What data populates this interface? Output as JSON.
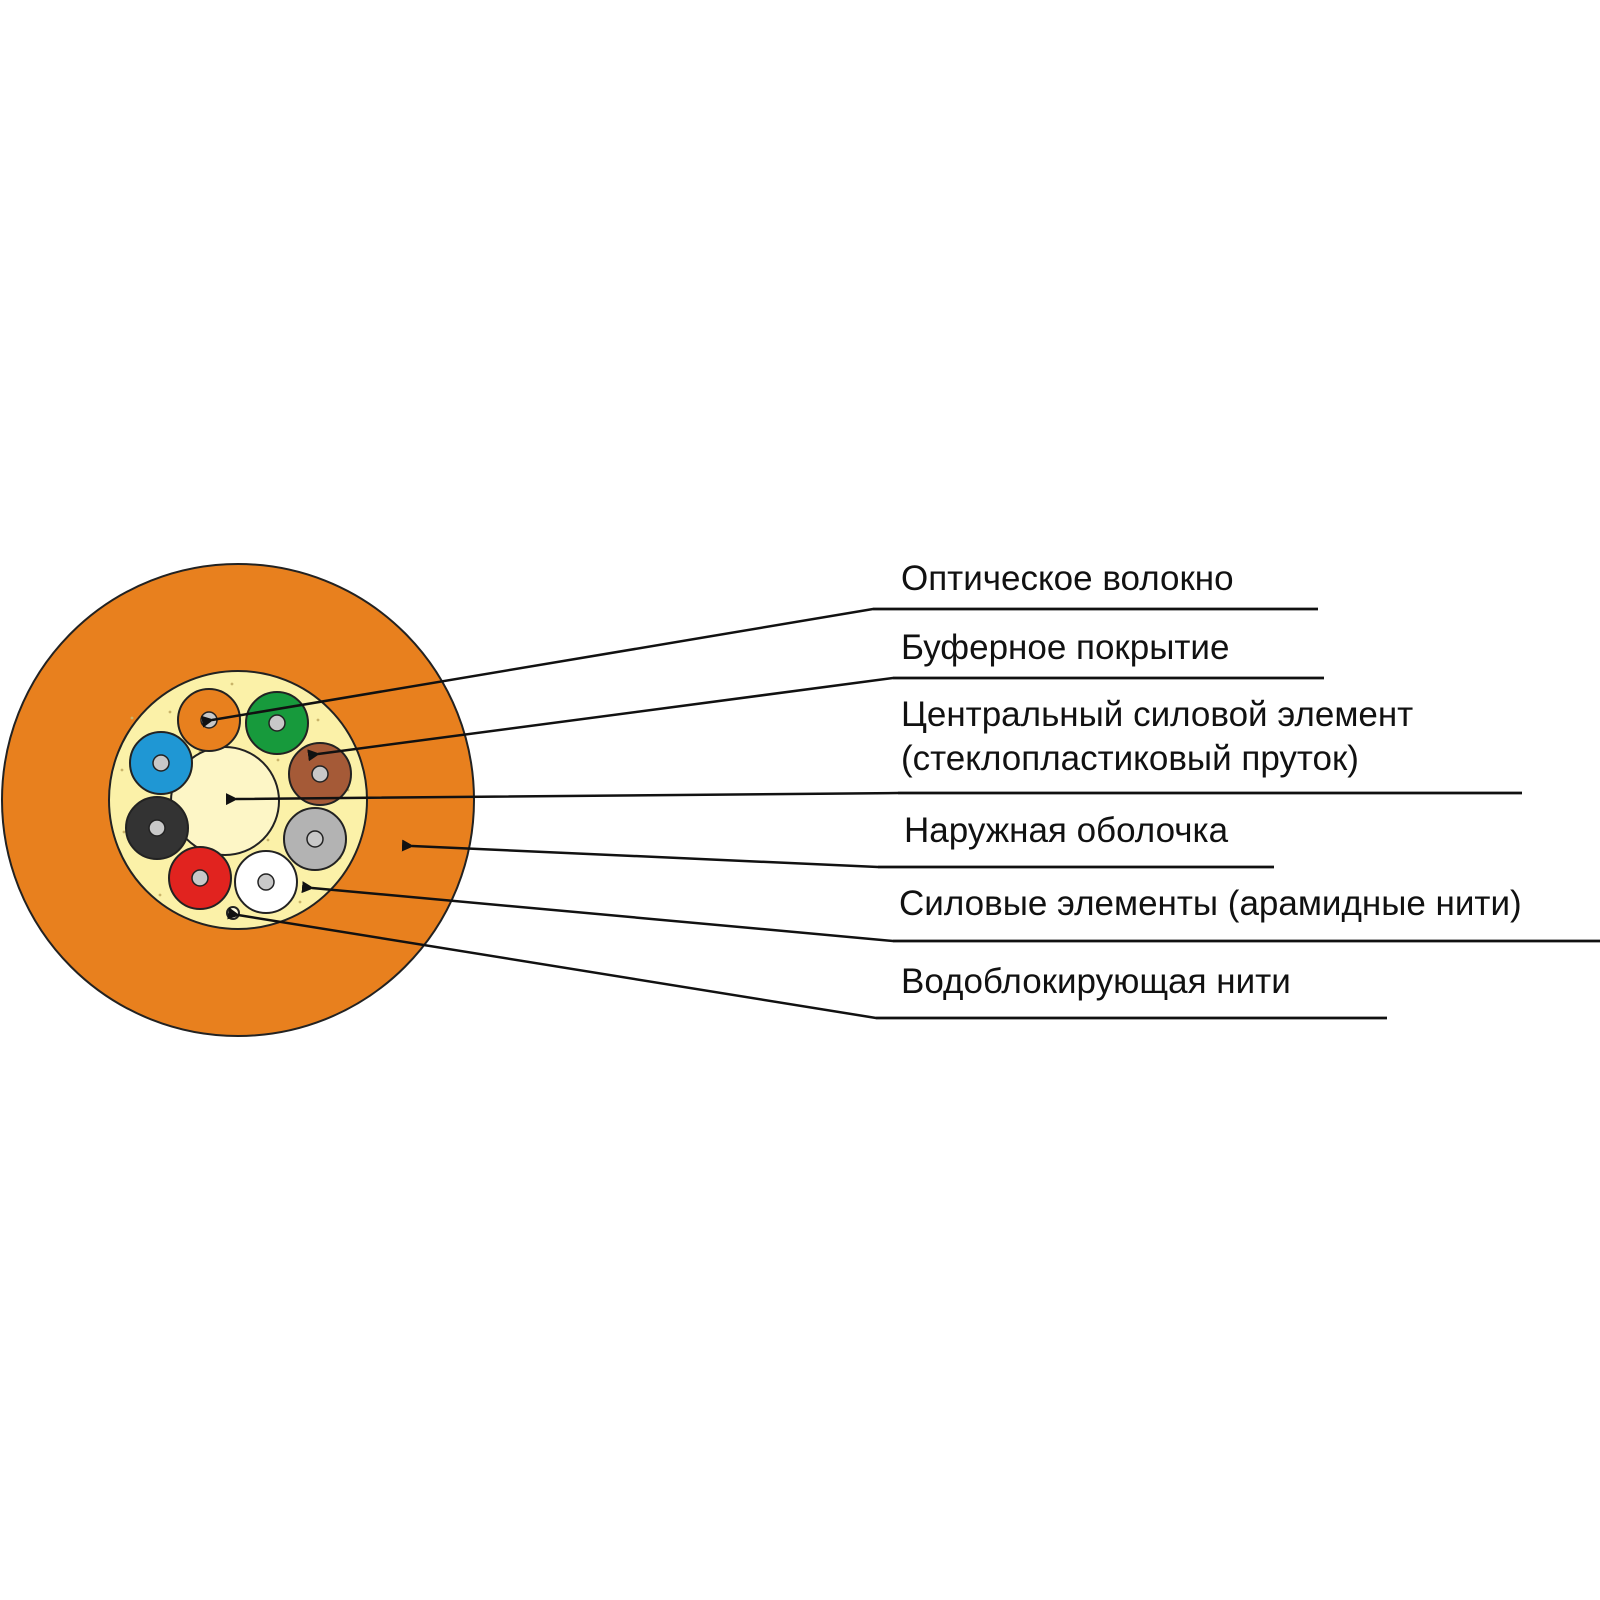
{
  "colors": {
    "jacket": "#e8801e",
    "filler": "#fbf1a8",
    "central_member": "#fdf6c6",
    "fiber_core": "#c8c8c8",
    "outline": "#222222"
  },
  "fibers": [
    {
      "color_name": "orange",
      "color": "#e8801e"
    },
    {
      "color_name": "green",
      "color": "#179a3c"
    },
    {
      "color_name": "brown",
      "color": "#a55a37"
    },
    {
      "color_name": "gray",
      "color": "#b3b3b3"
    },
    {
      "color_name": "white",
      "color": "#ffffff"
    },
    {
      "color_name": "red",
      "color": "#e1231f"
    },
    {
      "color_name": "black",
      "color": "#333333"
    },
    {
      "color_name": "blue",
      "color": "#1f97d4"
    }
  ],
  "labels": {
    "optical_fiber": "Оптическое волокно",
    "buffer_coating": "Буферное покрытие",
    "central_member_line1": "Центральный силовой элемент",
    "central_member_line2": "(стеклопластиковый пруток)",
    "outer_jacket": "Наружная оболочка",
    "aramid": "Силовые элементы (арамидные нити)",
    "water_blocking": "Водоблокирующая нити"
  }
}
